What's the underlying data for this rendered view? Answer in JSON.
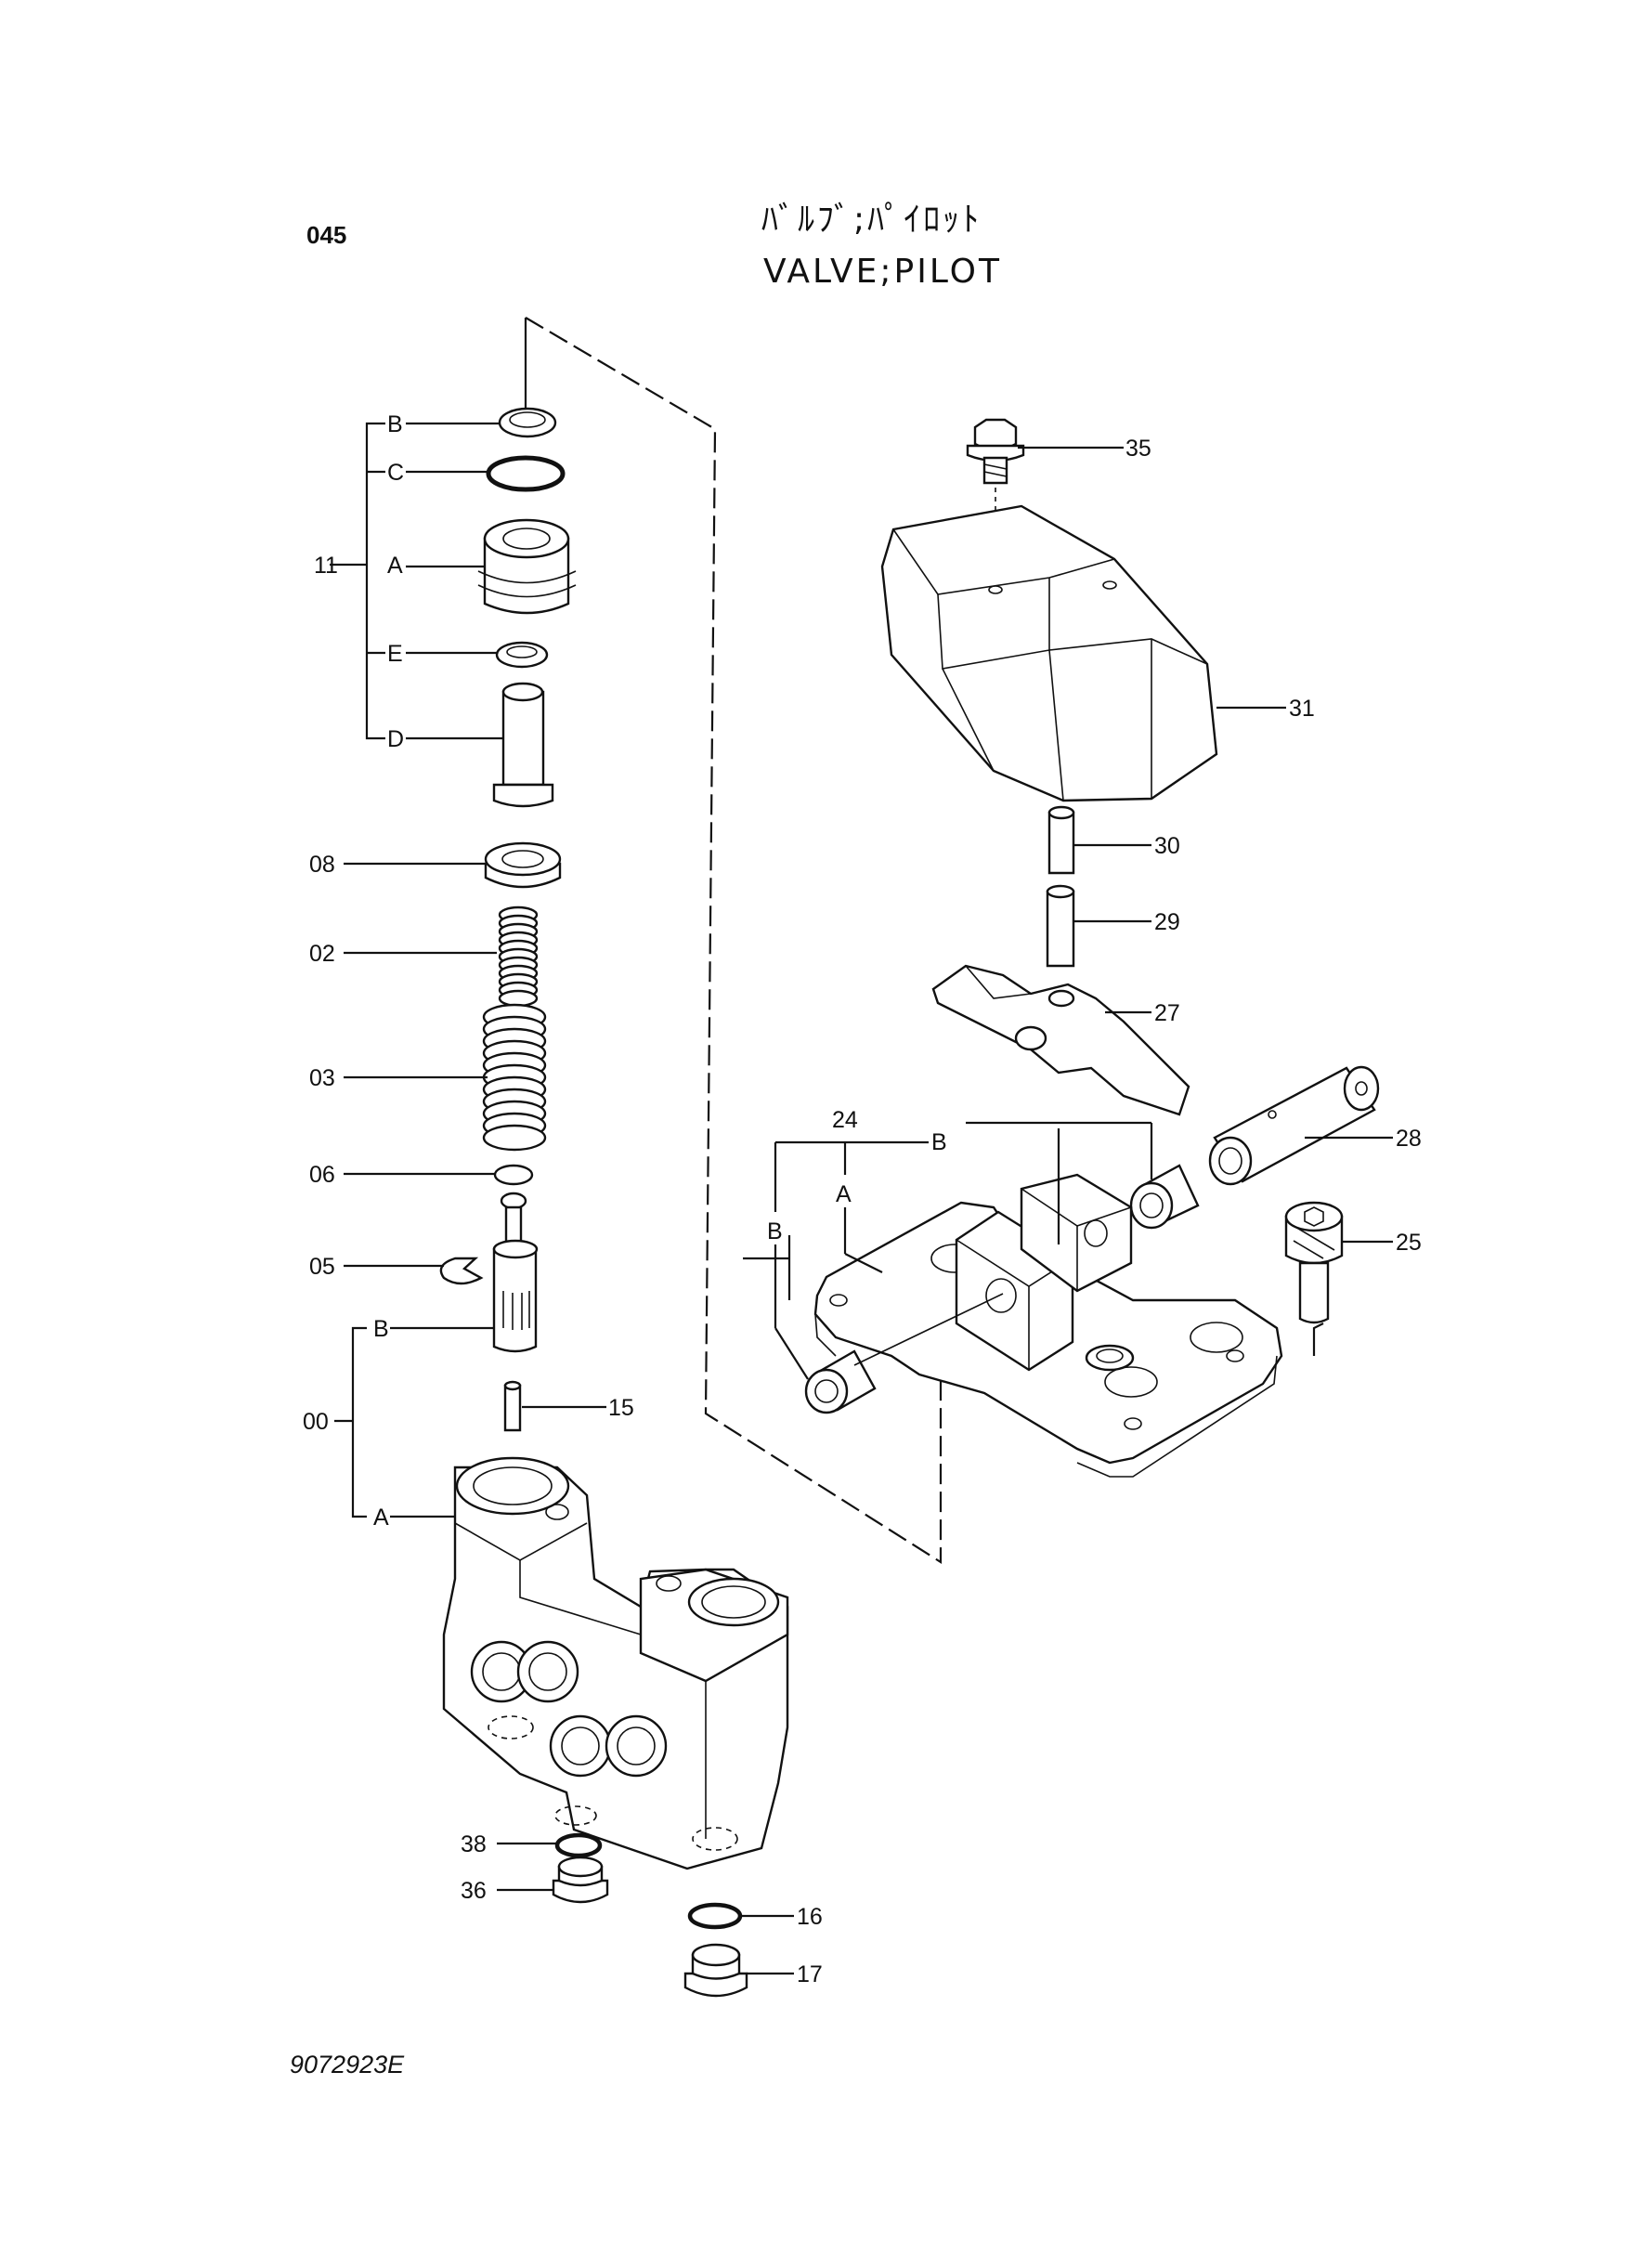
{
  "header": {
    "page_code": "045",
    "title_jp": "ﾊﾞﾙﾌﾞ;ﾊﾟｲﾛｯﾄ",
    "title_en": "VALVE;PILOT"
  },
  "drawing_number": "9072923E",
  "callouts": {
    "assy_11": "11",
    "assy_11_b": "B",
    "assy_11_c": "C",
    "assy_11_a": "A",
    "assy_11_e": "E",
    "assy_11_d": "D",
    "p08": "08",
    "p02": "02",
    "p03": "03",
    "p06": "06",
    "p05": "05",
    "assy_00": "00",
    "assy_00_b": "B",
    "assy_00_a": "A",
    "p15": "15",
    "p38": "38",
    "p36": "36",
    "p16": "16",
    "p17": "17",
    "p35": "35",
    "p31": "31",
    "p30": "30",
    "p29": "29",
    "p27": "27",
    "p28": "28",
    "p25": "25",
    "assy_24": "24",
    "assy_24_a": "A",
    "assy_24_b_top": "B",
    "assy_24_b_left": "B"
  }
}
